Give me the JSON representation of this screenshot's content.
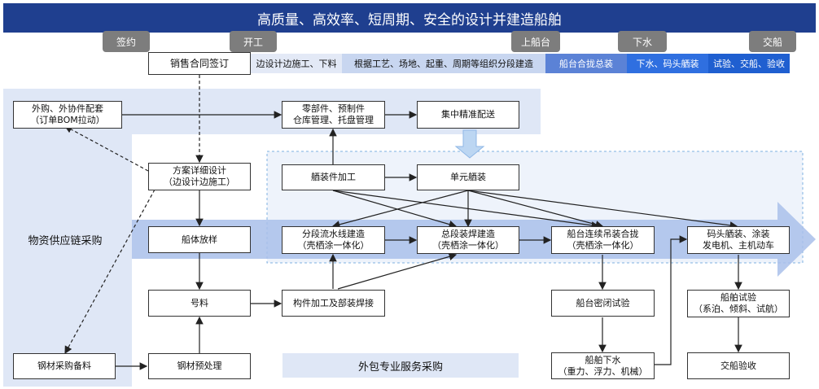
{
  "banner": {
    "title": "高质量、高效率、短周期、安全的设计并建造船舶"
  },
  "milestones": [
    "签约",
    "开工",
    "上船台",
    "下水",
    "交船"
  ],
  "stages": [
    "销售合同签订",
    "边设计边施工、下料",
    "根据工艺、场地、起重、周期等组织分段建造",
    "船台合拢总装",
    "下水、码头舾装",
    "试验、交船、验收"
  ],
  "labels": {
    "supply_chain": "物资供应链采购",
    "outsourcing": "外包专业服务采购"
  },
  "boxes": {
    "outsourced_parts": "外购、外协件配套\n（订单BOM拉动）",
    "parts_warehouse": "零部件、预制件\n仓库管理、托盘管理",
    "precise_delivery": "集中精准配送",
    "detail_design": "方案详细设计\n（边设计边施工）",
    "outfitting_parts": "舾装件加工",
    "unit_outfitting": "单元舾装",
    "block_line": "分段流水线建造\n（壳栖涂一体化）",
    "general_block": "总段装焊建造\n（壳栖涂一体化）",
    "berth_erection": "船台连续吊装合拢\n（壳栖涂一体化）",
    "quay_outfitting": "码头舾装、涂装\n发电机、主机动车",
    "hull_lofting": "船体放样",
    "marking": "号料",
    "component_processing": "构件加工及部装焊接",
    "berth_tightness": "船台密闭试验",
    "ship_trial": "船舶试验\n（系泊、倾斜、试航）",
    "steel_procurement": "钢材采购备料",
    "steel_pretreatment": "钢材预处理",
    "launching": "船舶下水\n（重力、浮力、机械）",
    "delivery": "交船验收"
  },
  "colors": {
    "banner": "#1f3f8f",
    "light_blue": "#dde6f6",
    "mid_blue": "#5b82d6",
    "bright_blue": "#2f6fe0"
  }
}
